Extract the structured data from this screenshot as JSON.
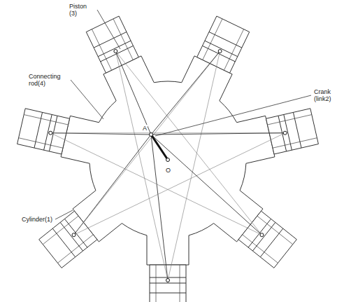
{
  "diagram": {
    "labels": [
      "Piston (3)",
      "Connecting rod(4)",
      "Crank (link2)",
      "Cylinder(1)",
      "A",
      "O"
    ]
  }
}
